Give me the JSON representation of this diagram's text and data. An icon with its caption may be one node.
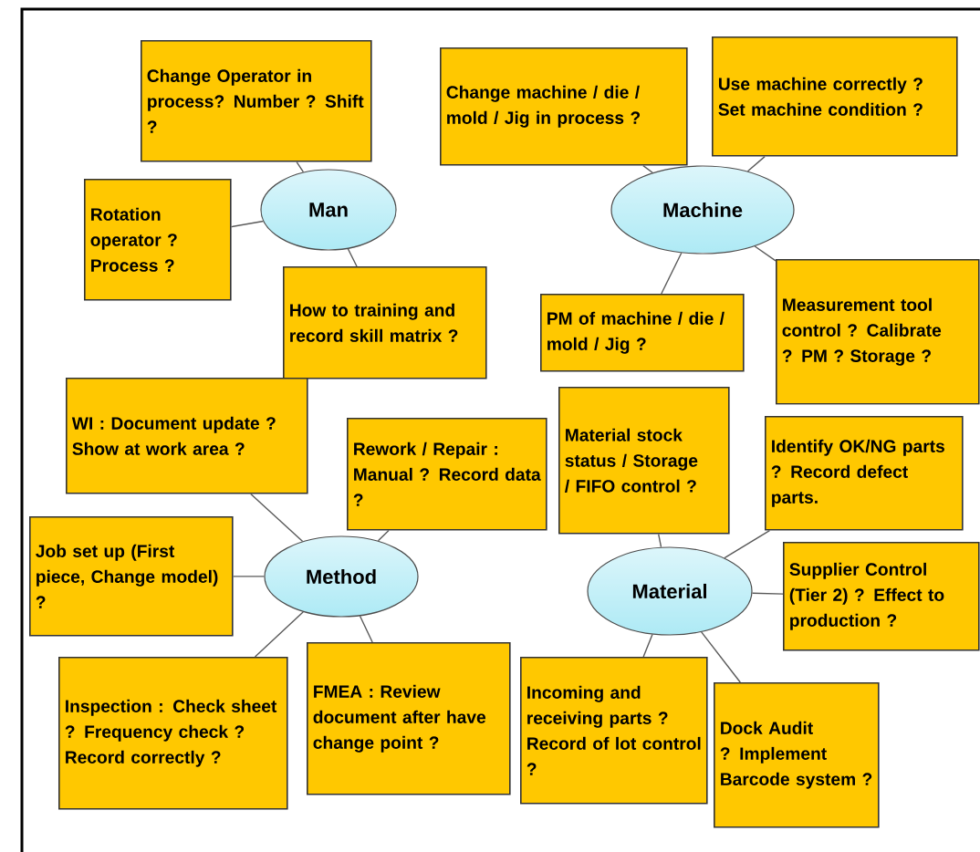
{
  "diagram": {
    "nodes": [
      {
        "text": [
          "Man"
        ]
      },
      {
        "text": [
          "Change Operator in process? Number ? Shift ?"
        ]
      },
      {
        "text": [
          "Rotation operator ? Process ?"
        ]
      },
      {
        "text": [
          "How to training and record skill matrix ?"
        ]
      },
      {
        "text": [
          "Machine"
        ]
      },
      {
        "text": [
          "Change machine / die / mold / Jig in process ?"
        ]
      },
      {
        "text": [
          "Use machine correctly ? Set machine condition ?"
        ]
      },
      {
        "text": [
          "PM of machine / die / mold / Jig ?"
        ]
      },
      {
        "text": [
          "Measurement tool control ? Calibrate ? PM ? Storage ?"
        ]
      },
      {
        "text": [
          "Method"
        ]
      },
      {
        "text": [
          "WI : Document update ? Show at work area ?"
        ]
      },
      {
        "text": [
          "Rework / Repair : Manual ? Record data ?"
        ]
      },
      {
        "text": [
          "Job set up (First piece, Change model) ?"
        ]
      },
      {
        "text": [
          "Inspection : Check sheet ? Frequency check ? Record correctly ?"
        ]
      },
      {
        "text": [
          "FMEA : Review document after have change point ?"
        ]
      },
      {
        "text": [
          "Material"
        ]
      },
      {
        "text": [
          "Material stock status / Storage / FIFO control ?"
        ]
      },
      {
        "text": [
          "Identify OK/NG parts ? Record defect parts."
        ]
      },
      {
        "text": [
          "Supplier Control (Tier 2) ? Effect to production ?"
        ]
      },
      {
        "text": [
          "Incoming and receiving parts ? Record of lot control ?"
        ]
      },
      {
        "text": [
          "Dock Audit ? Implement Barcode system ?"
        ]
      }
    ],
    "edges": [
      {
        "from": 0,
        "to": 1,
        "arrow": "none"
      },
      {
        "from": 0,
        "to": 2,
        "arrow": "none"
      },
      {
        "from": 0,
        "to": 3,
        "arrow": "none"
      },
      {
        "from": 4,
        "to": 5,
        "arrow": "none"
      },
      {
        "from": 4,
        "to": 6,
        "arrow": "none"
      },
      {
        "from": 4,
        "to": 7,
        "arrow": "none"
      },
      {
        "from": 4,
        "to": 8,
        "arrow": "none"
      },
      {
        "from": 9,
        "to": 10,
        "arrow": "none"
      },
      {
        "from": 9,
        "to": 11,
        "arrow": "none"
      },
      {
        "from": 9,
        "to": 12,
        "arrow": "none"
      },
      {
        "from": 9,
        "to": 13,
        "arrow": "none"
      },
      {
        "from": 9,
        "to": 14,
        "arrow": "none"
      },
      {
        "from": 15,
        "to": 16,
        "arrow": "none"
      },
      {
        "from": 15,
        "to": 17,
        "arrow": "none"
      },
      {
        "from": 15,
        "to": 18,
        "arrow": "none"
      },
      {
        "from": 15,
        "to": 19,
        "arrow": "none"
      },
      {
        "from": 15,
        "to": 20,
        "arrow": "none"
      }
    ]
  }
}
